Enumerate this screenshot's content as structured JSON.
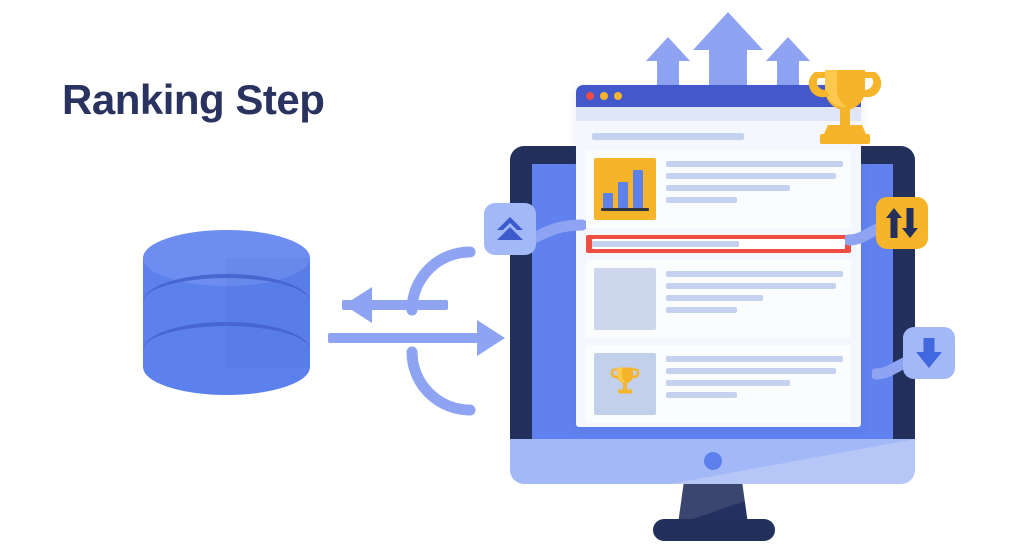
{
  "page": {
    "title": "Ranking Step",
    "background_color": "#ffffff"
  },
  "colors": {
    "title_navy": "#2a3260",
    "bezel_navy": "#23305c",
    "screen_blue": "#6182ee",
    "light_periwinkle": "#a3b8f6",
    "medium_blue": "#5c80ec",
    "browser_titlebar": "#4258cb",
    "amber": "#f5b429",
    "red": "#ef4e42",
    "line_grey": "#c5d2ef",
    "card_bg": "#fbfcfe",
    "page_bg": "#f4f7fd"
  },
  "illustration": {
    "name": "ranking-step-illustration",
    "database": {
      "name": "database-cylinder",
      "layers": 3,
      "fill": "#5c80ec"
    },
    "flow": {
      "name": "bidirectional-flow-arrows",
      "arrows": [
        {
          "name": "arrow-left",
          "direction": "left"
        },
        {
          "name": "arrow-right",
          "direction": "right"
        }
      ],
      "arcs": [
        {
          "name": "arc-top",
          "orientation": "top"
        },
        {
          "name": "arc-bottom",
          "orientation": "bottom"
        }
      ]
    },
    "top_arrows": [
      {
        "name": "up-arrow-small-left",
        "size": "small"
      },
      {
        "name": "up-arrow-large-center",
        "size": "large"
      },
      {
        "name": "up-arrow-small-right",
        "size": "small"
      }
    ],
    "top_trophy": {
      "name": "trophy-icon",
      "color": "#f5b429"
    },
    "badges": [
      {
        "name": "badge-rank-up",
        "icon": "double-chevron-up-icon",
        "style": "light",
        "position": "left"
      },
      {
        "name": "badge-reorder",
        "icon": "up-down-arrows-icon",
        "style": "amber",
        "position": "right-top"
      },
      {
        "name": "badge-rank-down",
        "icon": "arrow-down-icon",
        "style": "light",
        "position": "right-bottom"
      }
    ],
    "monitor": {
      "name": "desktop-monitor",
      "bezel_color": "#23305c",
      "screen_color": "#6182ee"
    }
  },
  "browser": {
    "name": "browser-window",
    "titlebar": {
      "dots": [
        {
          "name": "close-dot",
          "color": "#ef4e42"
        },
        {
          "name": "minimize-dot",
          "color": "#f5b429"
        },
        {
          "name": "maximize-dot",
          "color": "#f5b429"
        }
      ]
    },
    "headline_placeholder": "",
    "results": [
      {
        "name": "result-row-chart",
        "thumbnail": "bar-chart-thumbnail",
        "thumbnail_style": "yellow",
        "text_lines": [
          100,
          96,
          70,
          40
        ]
      },
      {
        "name": "result-row-plain",
        "thumbnail": "image-placeholder-thumbnail",
        "thumbnail_style": "grey",
        "text_lines": [
          100,
          96,
          55,
          40
        ]
      },
      {
        "name": "result-row-trophy",
        "thumbnail": "trophy-thumbnail",
        "thumbnail_style": "bluegrey",
        "text_lines": [
          100,
          96,
          70,
          40
        ]
      }
    ],
    "highlight_bar": {
      "name": "highlighted-result-bar",
      "border_color": "#ef4e42",
      "fill_percent": 58
    }
  }
}
